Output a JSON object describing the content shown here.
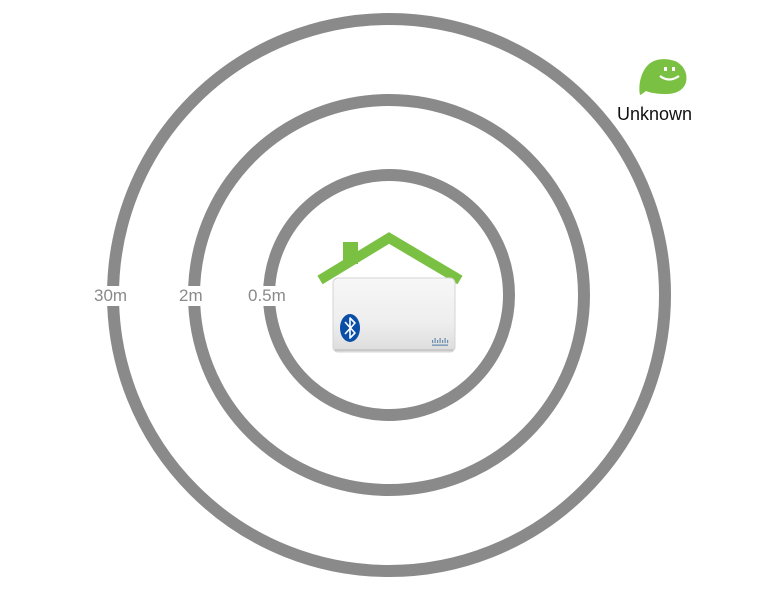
{
  "ranges": [
    {
      "label": "30m"
    },
    {
      "label": "2m"
    },
    {
      "label": "0.5m"
    }
  ],
  "unknown_device": {
    "label": "Unknown",
    "icon": "smiley-speech-bubble-icon"
  },
  "beacon": {
    "icon": "bluetooth-icon",
    "house_icon": "house-roof-icon",
    "logo": "cisco-logo"
  },
  "colors": {
    "ring": "#8a8a8a",
    "accent_green": "#7ac143",
    "bluetooth_blue": "#0a4ea5"
  }
}
